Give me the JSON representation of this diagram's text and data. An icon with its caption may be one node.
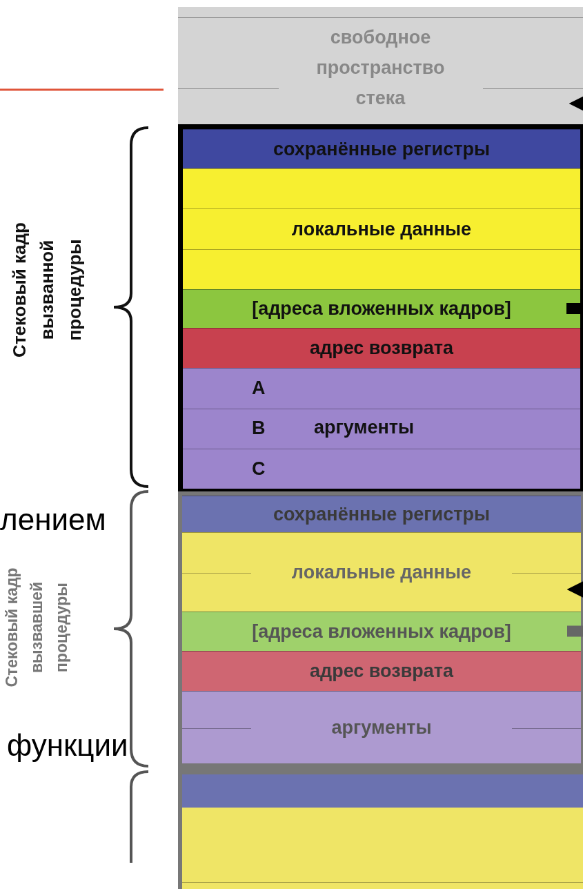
{
  "diagram": {
    "nodes": [
      {
        "text": [
          "свободное пространство стека"
        ]
      },
      {
        "text": [],
        "shape": "box"
      },
      {
        "text": [
          "сохранённые регистры"
        ],
        "in": 1
      },
      {
        "text": [
          "локальные данные"
        ],
        "in": 1
      },
      {
        "text": [
          "[адреса вложенных кадров]"
        ],
        "in": 1
      },
      {
        "text": [
          "адрес возврата"
        ],
        "in": 1
      },
      {
        "text": [
          "аргументы"
        ],
        "in": 1
      },
      {
        "text": [
          "A"
        ],
        "in": 6
      },
      {
        "text": [
          "B"
        ],
        "in": 6
      },
      {
        "text": [
          "C"
        ],
        "in": 6
      },
      {
        "text": [],
        "shape": "box"
      },
      {
        "text": [
          "сохранённые регистры"
        ],
        "in": 10
      },
      {
        "text": [
          "локальные данные"
        ],
        "in": 10
      },
      {
        "text": [
          "[адреса вложенных кадров]"
        ],
        "in": 10
      },
      {
        "text": [
          "адрес возврата"
        ],
        "in": 10
      },
      {
        "text": [
          "аргументы"
        ],
        "in": 10
      },
      {
        "text": [],
        "shape": "bar"
      },
      {
        "text": [],
        "shape": "bar"
      },
      {
        "text": [],
        "shape": "bar"
      }
    ],
    "edges": [
      {
        "from": null,
        "to": 0,
        "arrow": "to"
      },
      {
        "from": null,
        "to": 4,
        "arrow": "none",
        "style": "thick"
      },
      {
        "from": null,
        "to": 12,
        "arrow": "to"
      },
      {
        "from": null,
        "to": 13,
        "arrow": "none",
        "style": "thick",
        "color": "#666666"
      }
    ],
    "labels": [
      "Стековый кадр вызванной процедуры",
      "лением",
      "Стековый кадр вызвавшей процедуры",
      "функции"
    ]
  }
}
